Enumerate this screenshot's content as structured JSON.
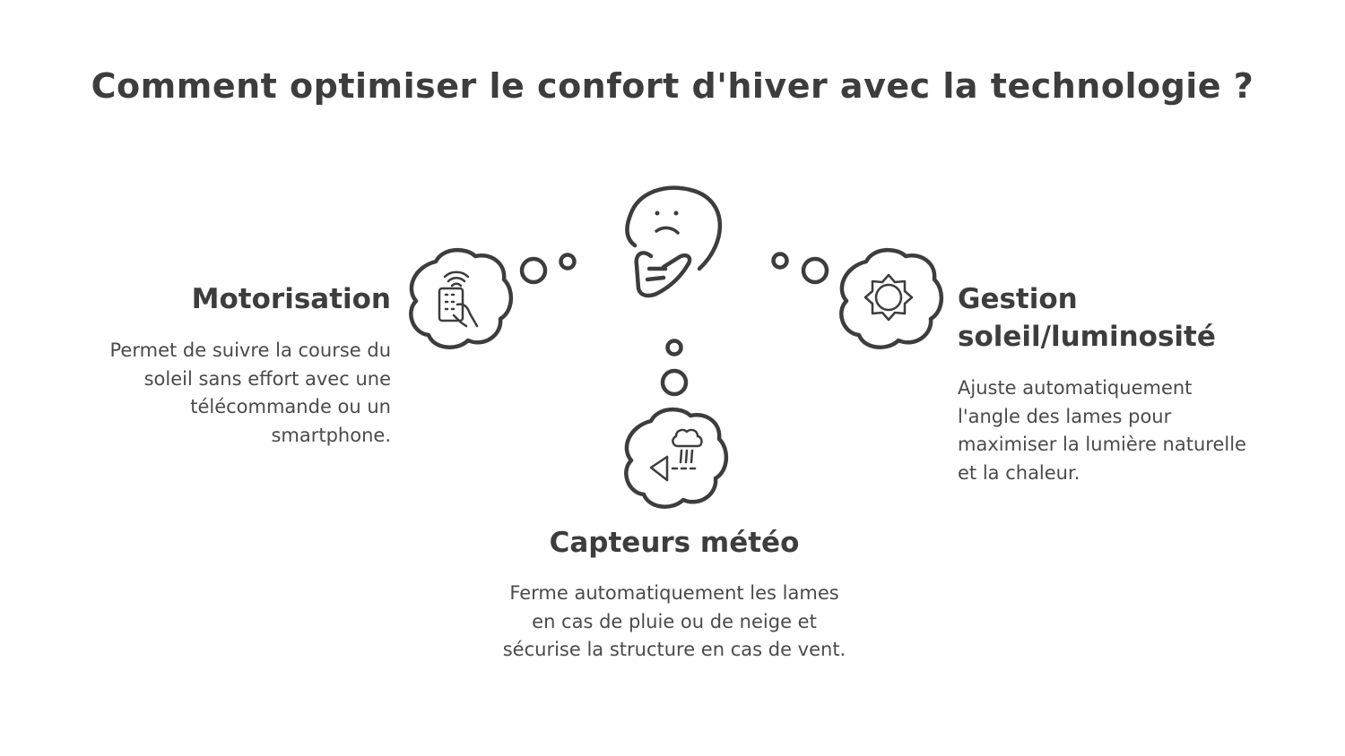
{
  "title": "Comment optimiser le confort d'hiver avec la technologie ?",
  "items": [
    {
      "heading": "Motorisation",
      "description": "Permet de suivre la course du soleil sans effort avec une télécommande ou un smartphone.",
      "icon": "remote-control-icon"
    },
    {
      "heading": "Gestion soleil/luminosité",
      "description": "Ajuste automatiquement l'angle des lames pour maximiser la lumière naturelle et la chaleur.",
      "icon": "sun-icon"
    },
    {
      "heading": "Capteurs météo",
      "description": "Ferme automatiquement les lames en cas de pluie ou de neige et sécurise la structure en cas de vent.",
      "icon": "weather-sensor-icon"
    }
  ],
  "center_icon": "thinking-face-icon",
  "colors": {
    "text": "#3d3d3d",
    "stroke": "#3d3d3d",
    "background": "#ffffff"
  }
}
